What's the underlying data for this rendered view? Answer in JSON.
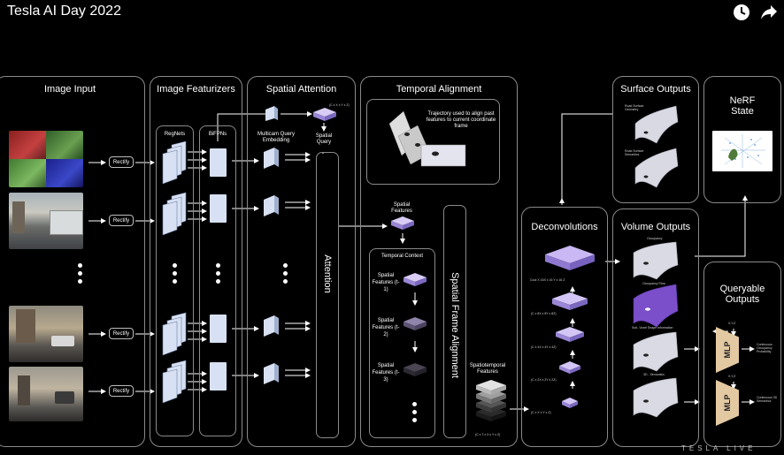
{
  "video_title": "Tesla AI Day 2022",
  "watermark": "TESLA LIVE",
  "icons": {
    "clock": "clock-icon",
    "share": "share-arrow-icon"
  },
  "panels": {
    "image_input": {
      "title": "Image Input",
      "rectify": "Rectify"
    },
    "image_featurizers": {
      "title": "Image Featurizers",
      "regnets": "RegNets",
      "bifpns": "BiFPNs"
    },
    "spatial_attention": {
      "title": "Spatial Attention",
      "spatial_query": "Spatial Query",
      "multicam": "Multicam Query Embedding",
      "attention": "Attention",
      "query_dims": "(C x X x Y x Z)"
    },
    "temporal_alignment": {
      "title": "Temporal Alignment",
      "trajectory": "Trajectory used to align past features to current coordinate frame",
      "spatial_features": "Spatial Features",
      "temporal_context": "Temporal Context",
      "t1": "Spatial Features (t-1)",
      "t2": "Spatial Features (t-2)",
      "t3": "Spatial Features (t-3)",
      "sfa": "Spatial Frame Alignment",
      "spatiotemporal": "Spatiotemporal Features",
      "st_dims": "(C x T x X x Y x Z)"
    },
    "deconvolutions": {
      "title": "Deconvolutions",
      "d1": "Cout X 16X x 16 Y x 16 Z",
      "d2": "(C x 8X x 8Y x 8Z)",
      "d3": "(C x 4X x 4Y x 4Z)",
      "d4": "(C x 2X x 2Y x 2Z)",
      "d5": "(C x X x Y x Z)"
    },
    "surface_outputs": {
      "title": "Surface Outputs",
      "geometry": "Road Surface Geometry",
      "semantics": "Road Surface Semantics"
    },
    "nerf": {
      "title_line1": "NeRF",
      "title_line2": "State"
    },
    "volume_outputs": {
      "title": "Volume Outputs",
      "occupancy": "Occupancy",
      "flow": "Occupancy Flow",
      "subvoxel": "Sub- Voxel Shape Information",
      "semantics3d": "3D - Semantics"
    },
    "queryable": {
      "title_line1": "Queryable",
      "title_line2": "Outputs",
      "mlp": "MLP",
      "xyz": "X,Y,Z",
      "out1": "Continuous Occupancy Probability",
      "out2": "Continuous 3D Semantics"
    }
  },
  "colors": {
    "background": "#000000",
    "border": "#8a8a8a",
    "feature_map": "#d7e1f3",
    "voxel": "#c7b9f0",
    "mlp": "#e3c9a2"
  }
}
